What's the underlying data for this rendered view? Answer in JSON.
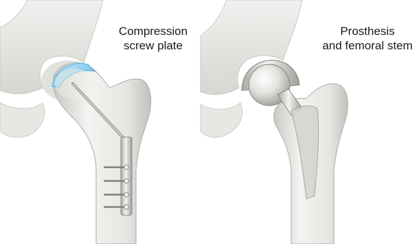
{
  "labels": {
    "left_line1": "Compression",
    "left_line2": "screw plate",
    "right_line1": "Prosthesis",
    "right_line2": "and femoral stem"
  },
  "colors": {
    "bone_light": "#f4f4f2",
    "bone_mid": "#dcdcd8",
    "bone_shadow": "#b9b9b4",
    "cartilage_blue": "#7fc6e8",
    "metal_light": "#f2f2ef",
    "metal_dark": "#9a9a95"
  },
  "illustrations": [
    "hip-with-compression-screw-plate",
    "hip-with-prosthesis-and-femoral-stem"
  ]
}
